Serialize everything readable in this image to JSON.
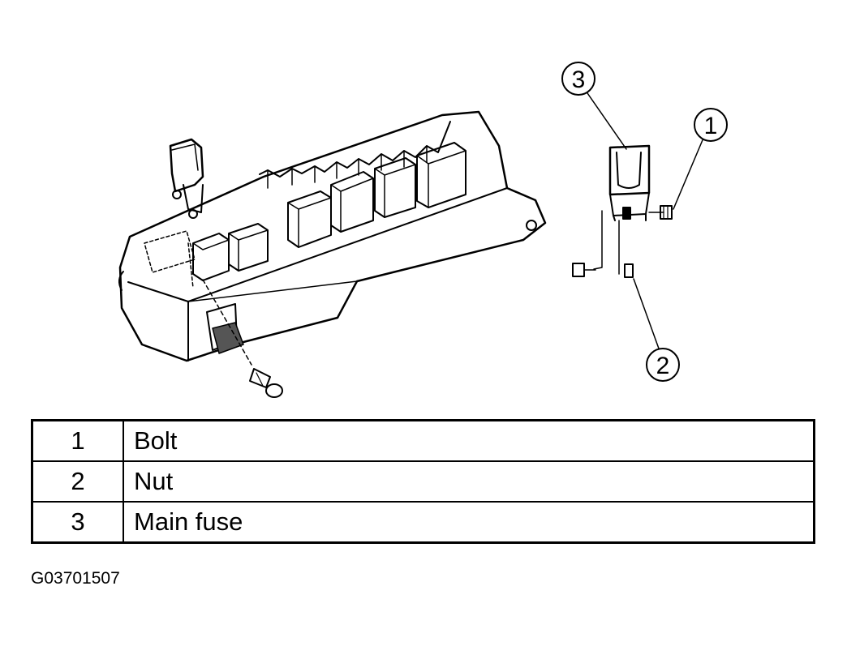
{
  "callouts": [
    {
      "label": "1"
    },
    {
      "label": "2"
    },
    {
      "label": "3"
    }
  ],
  "legend": [
    {
      "num": "1",
      "name": "Bolt"
    },
    {
      "num": "2",
      "name": "Nut"
    },
    {
      "num": "3",
      "name": "Main fuse"
    }
  ],
  "figure_code": "G03701507"
}
